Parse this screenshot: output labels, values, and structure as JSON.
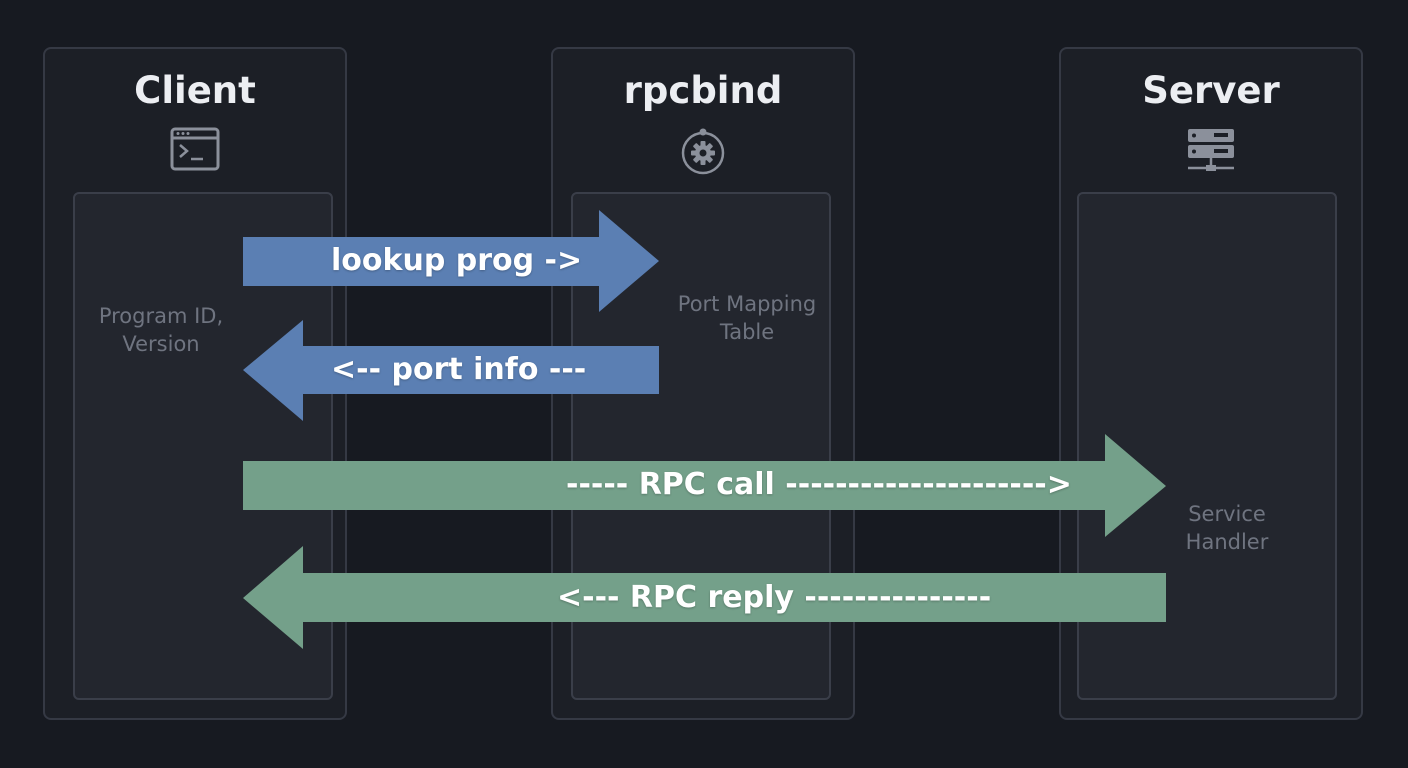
{
  "participants": [
    {
      "title": "Client",
      "icon": "terminal-icon",
      "inner_label": "Program ID,\nVersion"
    },
    {
      "title": "rpcbind",
      "icon": "gear-icon",
      "inner_label": "Port Mapping\nTable"
    },
    {
      "title": "Server",
      "icon": "server-icon",
      "inner_label": "Service\nHandler"
    }
  ],
  "messages": [
    {
      "label": "lookup prog ->",
      "direction": "right",
      "color": "#5b7fb3"
    },
    {
      "label": "<-- port info ---",
      "direction": "left",
      "color": "#5b7fb3"
    },
    {
      "label": "----- RPC call --------------------->",
      "direction": "right",
      "color": "#74a08a"
    },
    {
      "label": "<--- RPC reply ---------------",
      "direction": "left",
      "color": "#74a08a"
    }
  ],
  "colors": {
    "background": "#171a21",
    "request_arrow": "#5b7fb3",
    "rpc_arrow": "#74a08a"
  }
}
